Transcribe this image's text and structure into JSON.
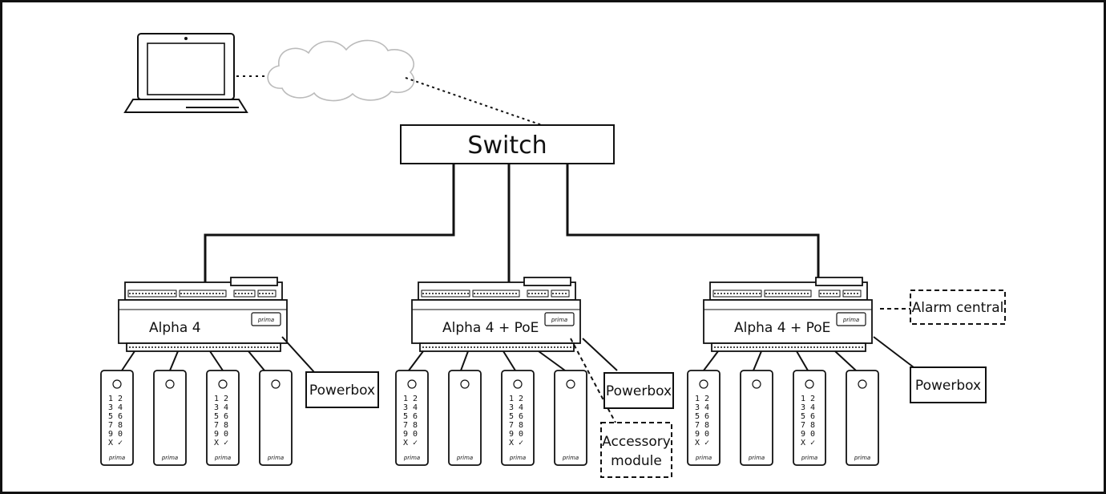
{
  "switch": {
    "label": "Switch"
  },
  "controllers": [
    {
      "label": "Alpha 4",
      "brand": "prima"
    },
    {
      "label": "Alpha 4 + PoE",
      "brand": "prima"
    },
    {
      "label": "Alpha 4 + PoE",
      "brand": "prima"
    }
  ],
  "powerboxes": [
    {
      "label": "Powerbox"
    },
    {
      "label": "Powerbox"
    },
    {
      "label": "Powerbox"
    }
  ],
  "alarm_central": {
    "label": "Alarm central"
  },
  "accessory_module": {
    "lines": [
      "Accessory",
      "module"
    ]
  },
  "readers": {
    "brand": "prima",
    "keypad_rows": [
      [
        "1",
        "2"
      ],
      [
        "3",
        "4"
      ],
      [
        "5",
        "6"
      ],
      [
        "7",
        "8"
      ],
      [
        "9",
        "0"
      ],
      [
        "X",
        "✓"
      ]
    ],
    "groups": [
      [
        "keypad",
        "plain",
        "keypad",
        "plain"
      ],
      [
        "keypad",
        "plain",
        "keypad",
        "plain"
      ],
      [
        "keypad",
        "plain",
        "keypad",
        "plain"
      ]
    ]
  }
}
